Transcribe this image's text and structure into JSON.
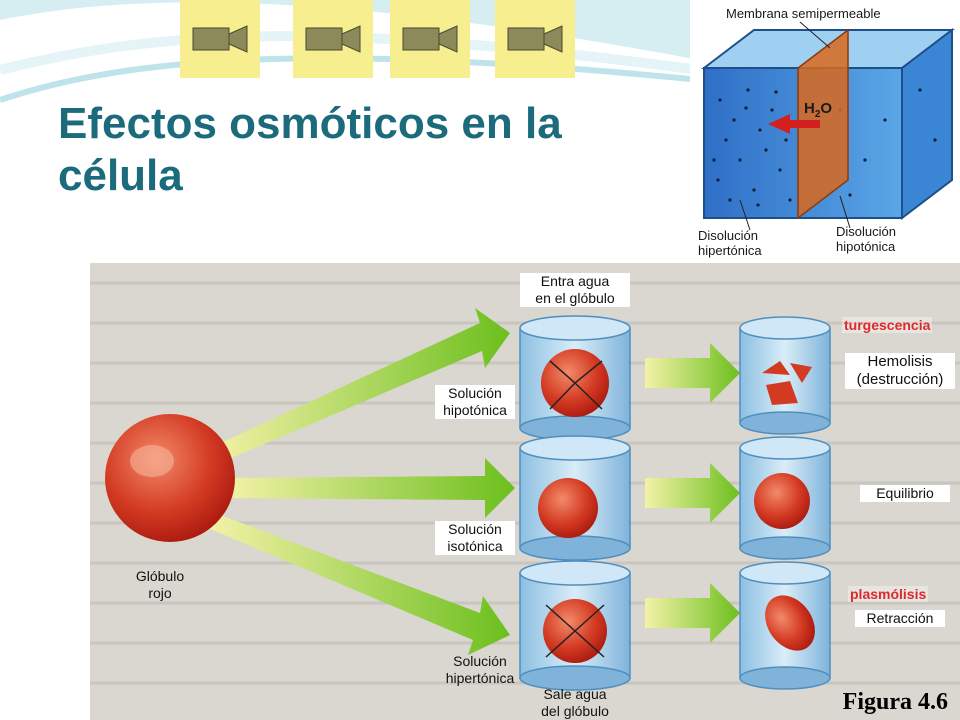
{
  "slide": {
    "title_line1": "Efectos osmóticos en la",
    "title_line2": "célula",
    "video_buttons": [
      {
        "icon": "video-camera-icon"
      },
      {
        "icon": "video-camera-icon"
      },
      {
        "icon": "video-camera-icon"
      },
      {
        "icon": "video-camera-icon"
      }
    ]
  },
  "osmosis_diagram": {
    "membrane_label": "Membrana semipermeable",
    "water_label_main": "H",
    "water_label_sub": "2",
    "water_label_end": "O",
    "left_label_line1": "Disolución",
    "left_label_line2": "hipertónica",
    "right_label_line1": "Disolución",
    "right_label_line2": "hipotónica"
  },
  "cell_figure": {
    "cell_label_line1": "Glóbulo",
    "cell_label_line2": "rojo",
    "top_text_line1": "Entra  agua",
    "top_text_line2": "en el glóbulo",
    "bottom_text_line1": "Sale agua",
    "bottom_text_line2": "del glóbulo",
    "rows": [
      {
        "solution_line1": "Solución",
        "solution_line2": "hipotónica",
        "result_line1": "Hemolisis",
        "result_line2": "(destrucción)",
        "term": "turgescencia"
      },
      {
        "solution_line1": "Solución",
        "solution_line2": "isotónica",
        "result_line1": "Equilibrio",
        "result_line2": "",
        "term": ""
      },
      {
        "solution_line1": "Solución",
        "solution_line2": "hipertónica",
        "result_line1": "Retracción",
        "result_line2": "",
        "term": "plasmólisis"
      }
    ],
    "figure_caption": "Figura 4.6"
  },
  "colors": {
    "title": "#1b6b7c",
    "video_tile": "#f7ef8f",
    "term_red": "#e0282e",
    "arrow_green": "#7fc61e",
    "membrane_orange": "#d9691c"
  }
}
